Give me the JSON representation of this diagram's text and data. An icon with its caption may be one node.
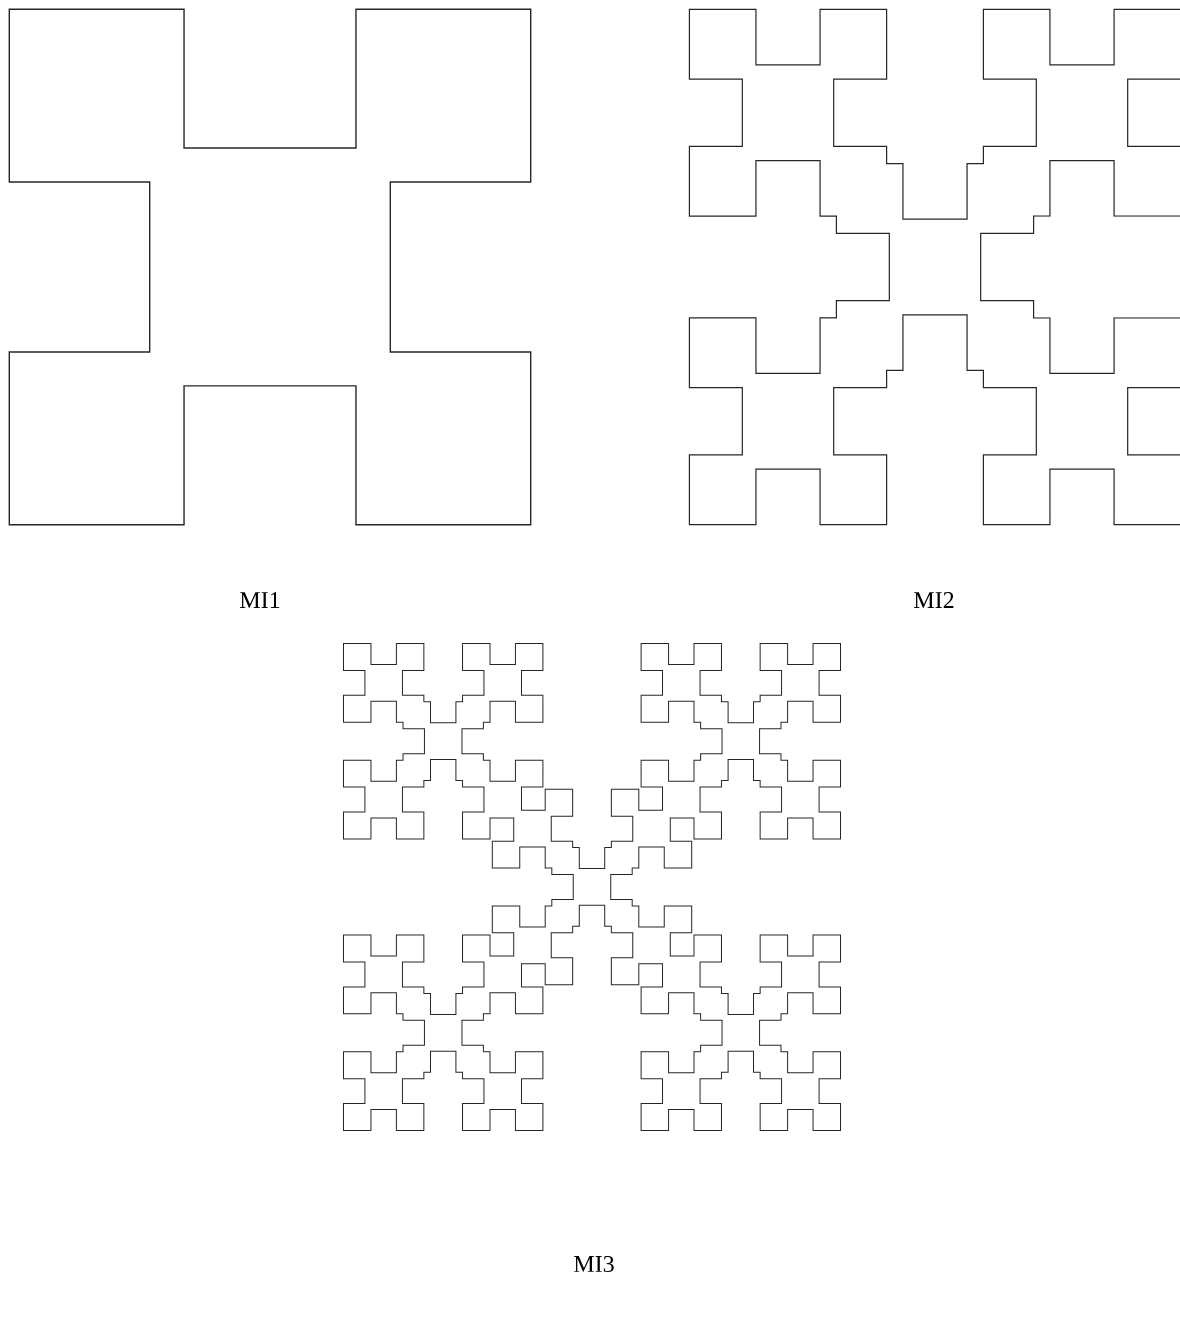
{
  "diagram": {
    "labels": [
      "MI1",
      "MI2",
      "MI3"
    ]
  }
}
